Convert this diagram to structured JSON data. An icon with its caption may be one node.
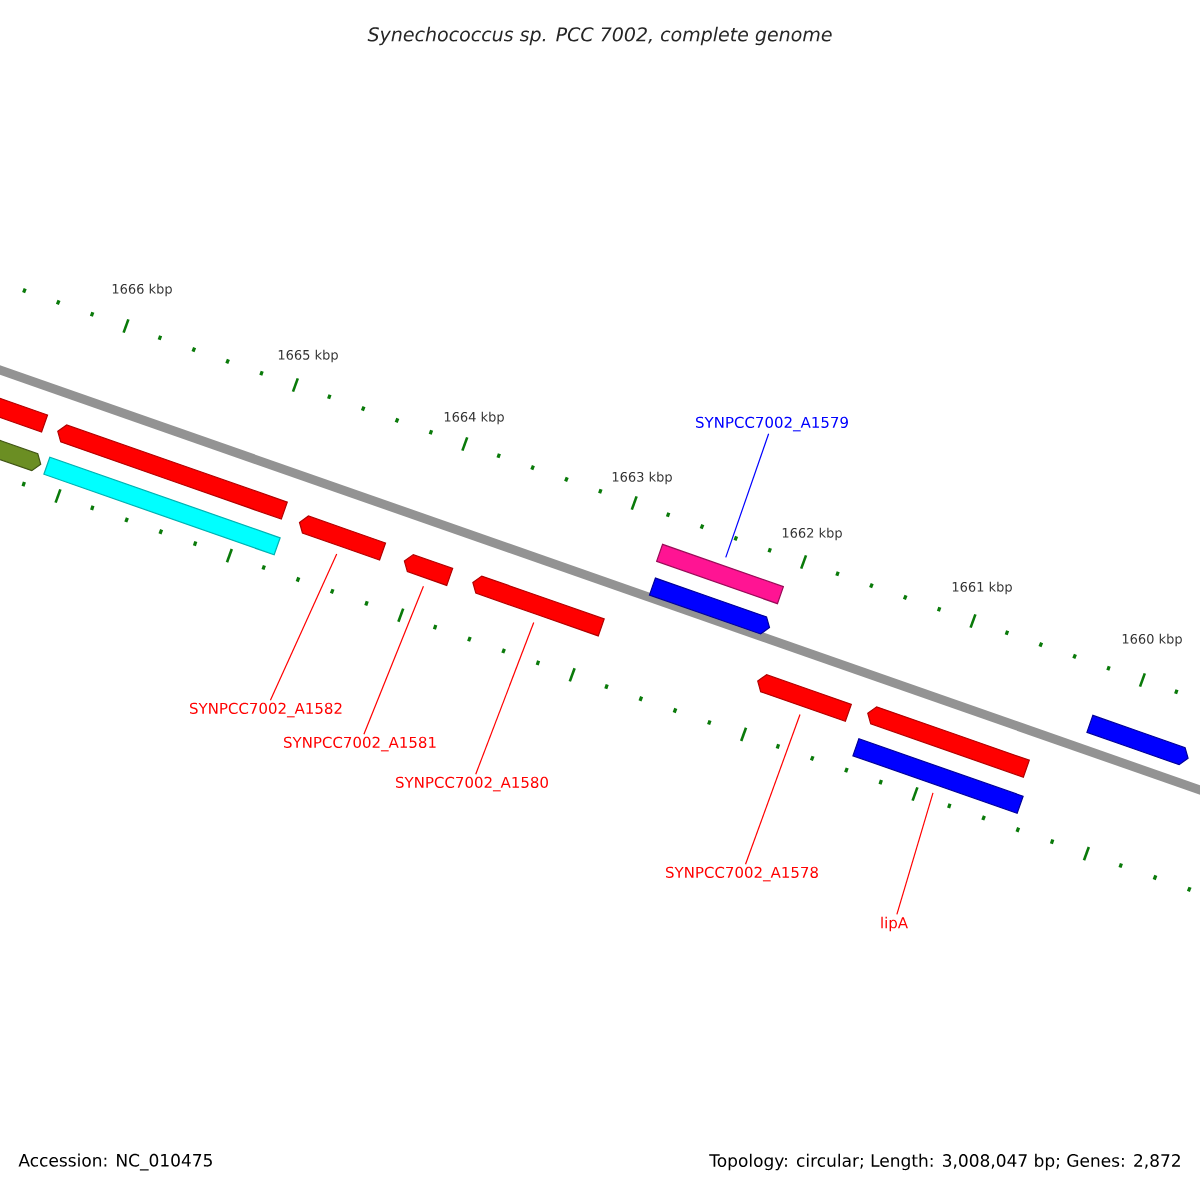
{
  "diagram": {
    "title": "Synechococcus sp. PCC 7002, complete genome",
    "nodes": [
      {
        "text": [],
        "shape": "box"
      },
      {
        "text": [],
        "shape": "box"
      },
      {
        "text": [],
        "shape": "box"
      },
      {
        "text": [],
        "shape": "box"
      },
      {
        "text": [],
        "shape": "box"
      },
      {
        "text": [],
        "shape": "box"
      },
      {
        "text": [],
        "shape": "box"
      },
      {
        "text": [],
        "shape": "box"
      },
      {
        "text": [],
        "shape": "box"
      },
      {
        "text": [],
        "shape": "box"
      },
      {
        "text": [],
        "shape": "box"
      },
      {
        "text": [],
        "shape": "box"
      },
      {
        "text": [],
        "shape": "box"
      },
      {
        "text": [
          "SYNPCC7002_A1579"
        ]
      },
      {
        "text": [
          "SYNPCC7002_A1582"
        ]
      },
      {
        "text": [
          "SYNPCC7002_A1581"
        ]
      },
      {
        "text": [
          "SYNPCC7002_A1580"
        ]
      },
      {
        "text": [
          "SYNPCC7002_A1578"
        ]
      },
      {
        "text": [
          "lipA"
        ]
      }
    ],
    "edges": [
      {
        "from": 13,
        "to": 7,
        "arrow": "none",
        "color": "#0000ff"
      },
      {
        "from": 14,
        "to": 4,
        "arrow": "none"
      },
      {
        "from": 15,
        "to": 5,
        "arrow": "none"
      },
      {
        "from": 16,
        "to": 6,
        "arrow": "none"
      },
      {
        "from": 17,
        "to": 9,
        "arrow": "none"
      },
      {
        "from": 18,
        "to": 10,
        "arrow": "none"
      }
    ],
    "labels": [
      "1666 kbp",
      "1665 kbp",
      "1664 kbp",
      "1663 kbp",
      "1662 kbp",
      "1661 kbp",
      "1660 kbp",
      "Accession: NC_010475",
      "Topology: circular; Length: 3,008,047 bp; Genes: 2,872"
    ]
  }
}
